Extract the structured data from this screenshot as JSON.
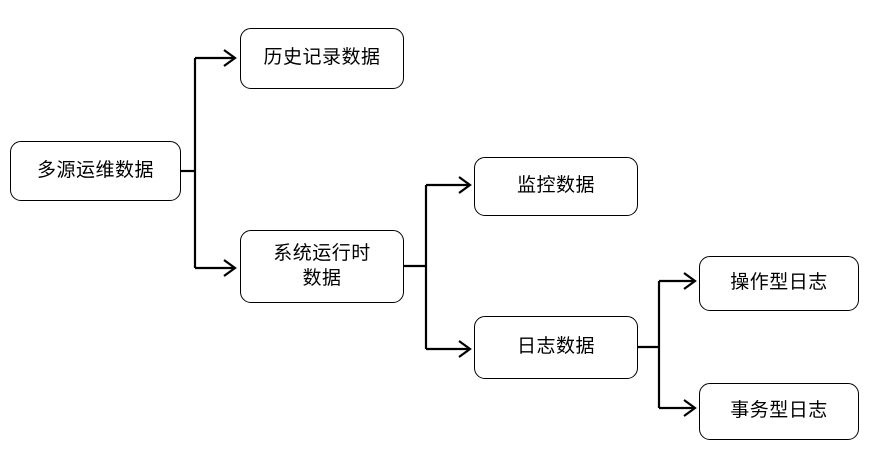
{
  "diagram": {
    "type": "tree-flowchart",
    "background_color": "#ffffff",
    "stroke_color": "#000000",
    "nodes": [
      {
        "id": "root",
        "label": "多源运维数据",
        "level": 0
      },
      {
        "id": "hist",
        "label": "历史记录数据",
        "level": 1
      },
      {
        "id": "rt",
        "label": "系统运行时\n数据",
        "level": 1
      },
      {
        "id": "mon",
        "label": "监控数据",
        "level": 2
      },
      {
        "id": "log",
        "label": "日志数据",
        "level": 2
      },
      {
        "id": "oplog",
        "label": "操作型日志",
        "level": 3
      },
      {
        "id": "txlog",
        "label": "事务型日志",
        "level": 3
      }
    ],
    "edges": [
      {
        "from": "多源运维数据",
        "to": "历史记录数据"
      },
      {
        "from": "多源运维数据",
        "to": "系统运行时数据"
      },
      {
        "from": "系统运行时数据",
        "to": "监控数据"
      },
      {
        "from": "系统运行时数据",
        "to": "日志数据"
      },
      {
        "from": "日志数据",
        "to": "操作型日志"
      },
      {
        "from": "日志数据",
        "to": "事务型日志"
      }
    ]
  }
}
